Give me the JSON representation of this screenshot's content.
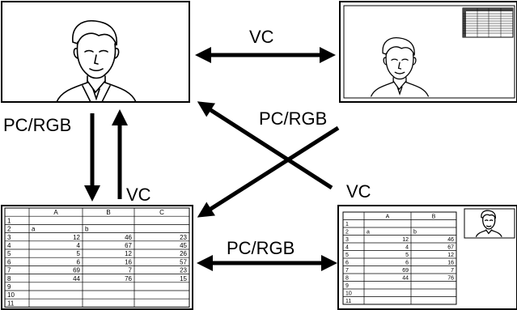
{
  "labels": {
    "vc_top": "VC",
    "pc_rgb_left": "PC/RGB",
    "vc_left": "VC",
    "pc_rgb_cross": "PC/RGB",
    "vc_cross": "VC",
    "pc_rgb_bottom": "PC/RGB"
  },
  "spreadsheet_large": {
    "columns": [
      "A",
      "B",
      "C"
    ],
    "rows": [
      {
        "n": "1",
        "a": "",
        "b": "",
        "c": ""
      },
      {
        "n": "2",
        "a": "a",
        "b": "b",
        "c": ""
      },
      {
        "n": "3",
        "a": "12",
        "b": "46",
        "c": "23"
      },
      {
        "n": "4",
        "a": "4",
        "b": "67",
        "c": "45"
      },
      {
        "n": "5",
        "a": "5",
        "b": "12",
        "c": "26"
      },
      {
        "n": "6",
        "a": "6",
        "b": "16",
        "c": "57"
      },
      {
        "n": "7",
        "a": "69",
        "b": "7",
        "c": "23"
      },
      {
        "n": "8",
        "a": "44",
        "b": "76",
        "c": "15"
      },
      {
        "n": "9",
        "a": "",
        "b": "",
        "c": ""
      },
      {
        "n": "10",
        "a": "",
        "b": "",
        "c": ""
      },
      {
        "n": "11",
        "a": "",
        "b": "",
        "c": ""
      }
    ]
  },
  "spreadsheet_small": {
    "columns": [
      "A",
      "B"
    ],
    "rows": [
      {
        "n": "1",
        "a": "",
        "b": ""
      },
      {
        "n": "2",
        "a": "a",
        "b": "b"
      },
      {
        "n": "3",
        "a": "12",
        "b": "46"
      },
      {
        "n": "4",
        "a": "4",
        "b": "67"
      },
      {
        "n": "5",
        "a": "5",
        "b": "12"
      },
      {
        "n": "6",
        "a": "6",
        "b": "16"
      },
      {
        "n": "7",
        "a": "69",
        "b": "7"
      },
      {
        "n": "8",
        "a": "44",
        "b": "76"
      },
      {
        "n": "9",
        "a": "",
        "b": ""
      },
      {
        "n": "10",
        "a": "",
        "b": ""
      },
      {
        "n": "11",
        "a": "",
        "b": ""
      }
    ]
  }
}
